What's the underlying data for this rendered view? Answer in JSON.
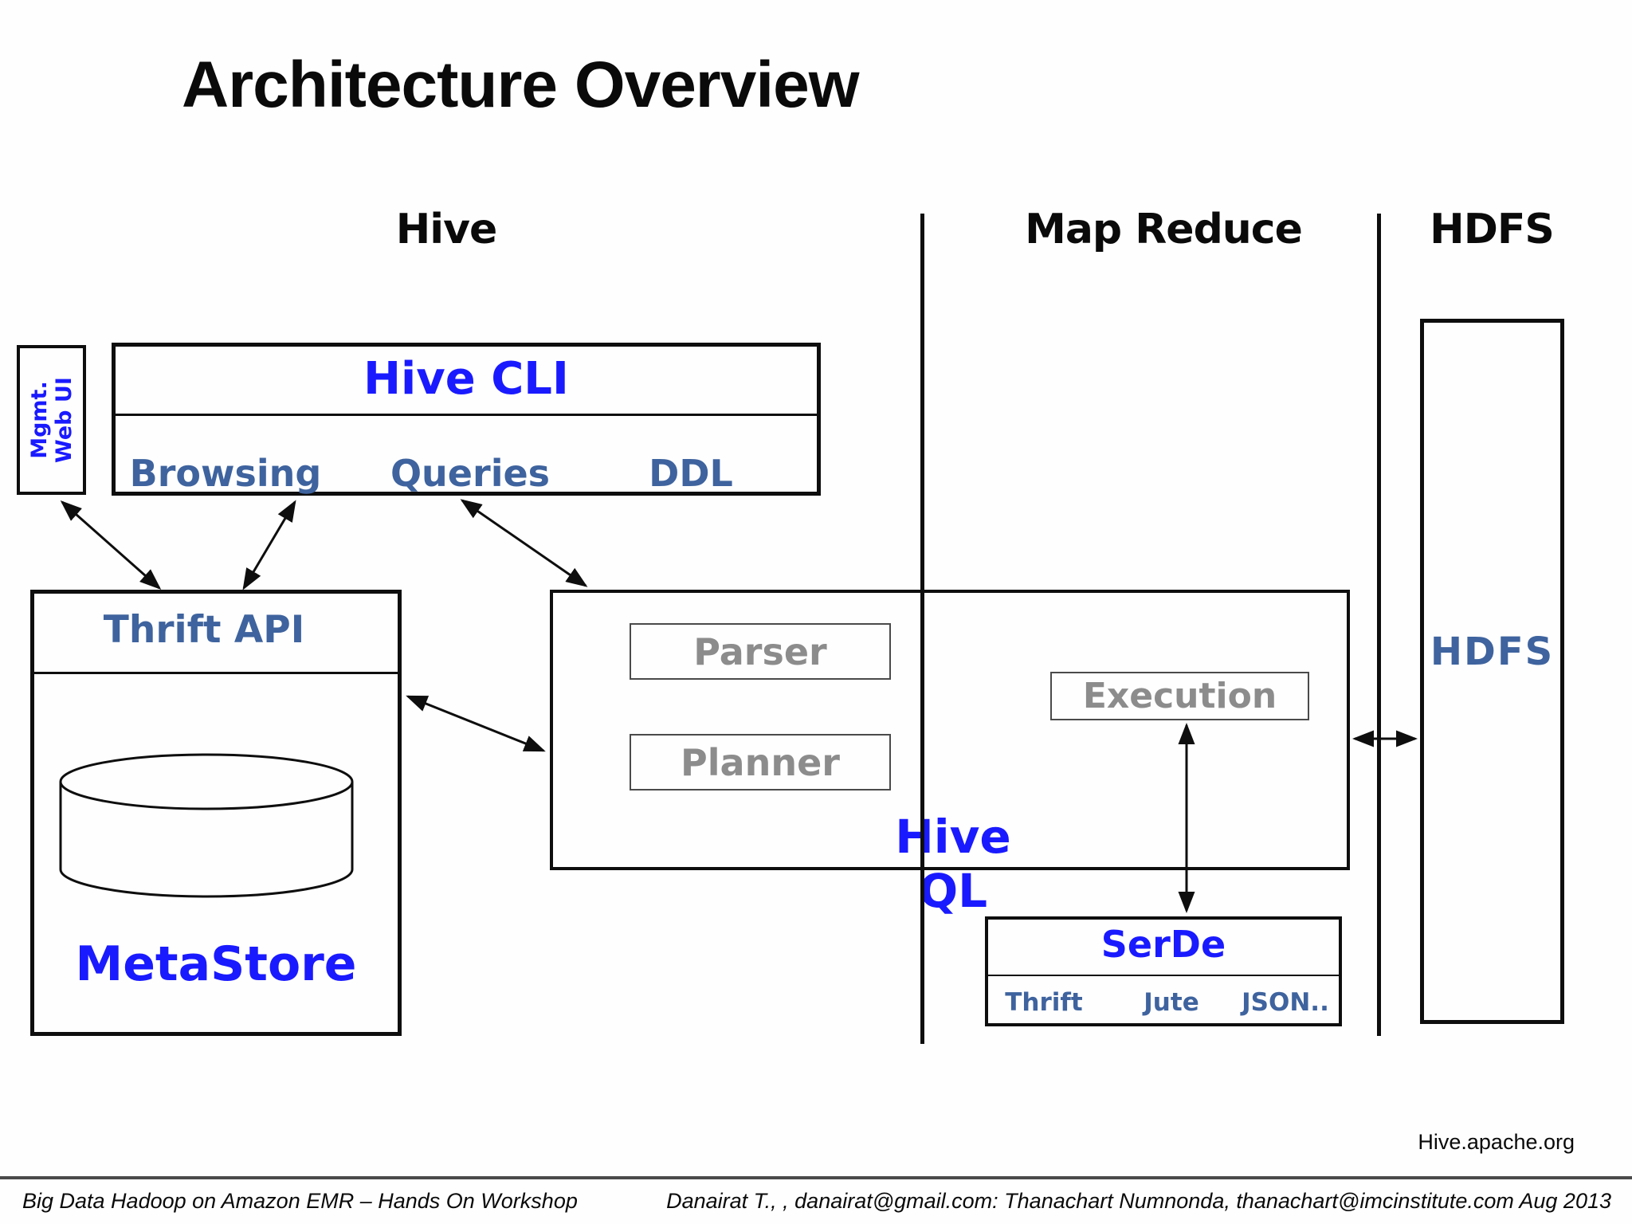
{
  "title": "Architecture Overview",
  "columns": {
    "hive": "Hive",
    "map_reduce": "Map Reduce",
    "hdfs": "HDFS"
  },
  "mgmt_box": {
    "line1": "Mgmt.",
    "line2": "Web UI"
  },
  "hive_cli": {
    "title": "Hive CLI",
    "items": [
      "Browsing",
      "Queries",
      "DDL"
    ]
  },
  "metastore": {
    "header": "Thrift API",
    "label": "MetaStore",
    "icon": "database-cylinder-icon"
  },
  "hiveql": {
    "parser": "Parser",
    "planner": "Planner",
    "label": "Hive QL"
  },
  "execution": "Execution",
  "serde": {
    "title": "SerDe",
    "items": [
      "Thrift",
      "Jute",
      "JSON.."
    ]
  },
  "hdfs_box": {
    "label": "HDFS"
  },
  "attribution": "Hive.apache.org",
  "footer": {
    "left": "Big Data Hadoop on Amazon EMR – Hands On Workshop",
    "right": "Danairat T., , danairat@gmail.com:  Thanachart Numnonda,  thanachart@imcinstitute.com   Aug 2013"
  },
  "colors": {
    "bright_blue": "#1a1aff",
    "steel_blue": "#3e639e",
    "component_gray": "#8c8c8c",
    "border_black": "#0e0e0e",
    "footer_rule_gray": "#4a4a4a"
  }
}
